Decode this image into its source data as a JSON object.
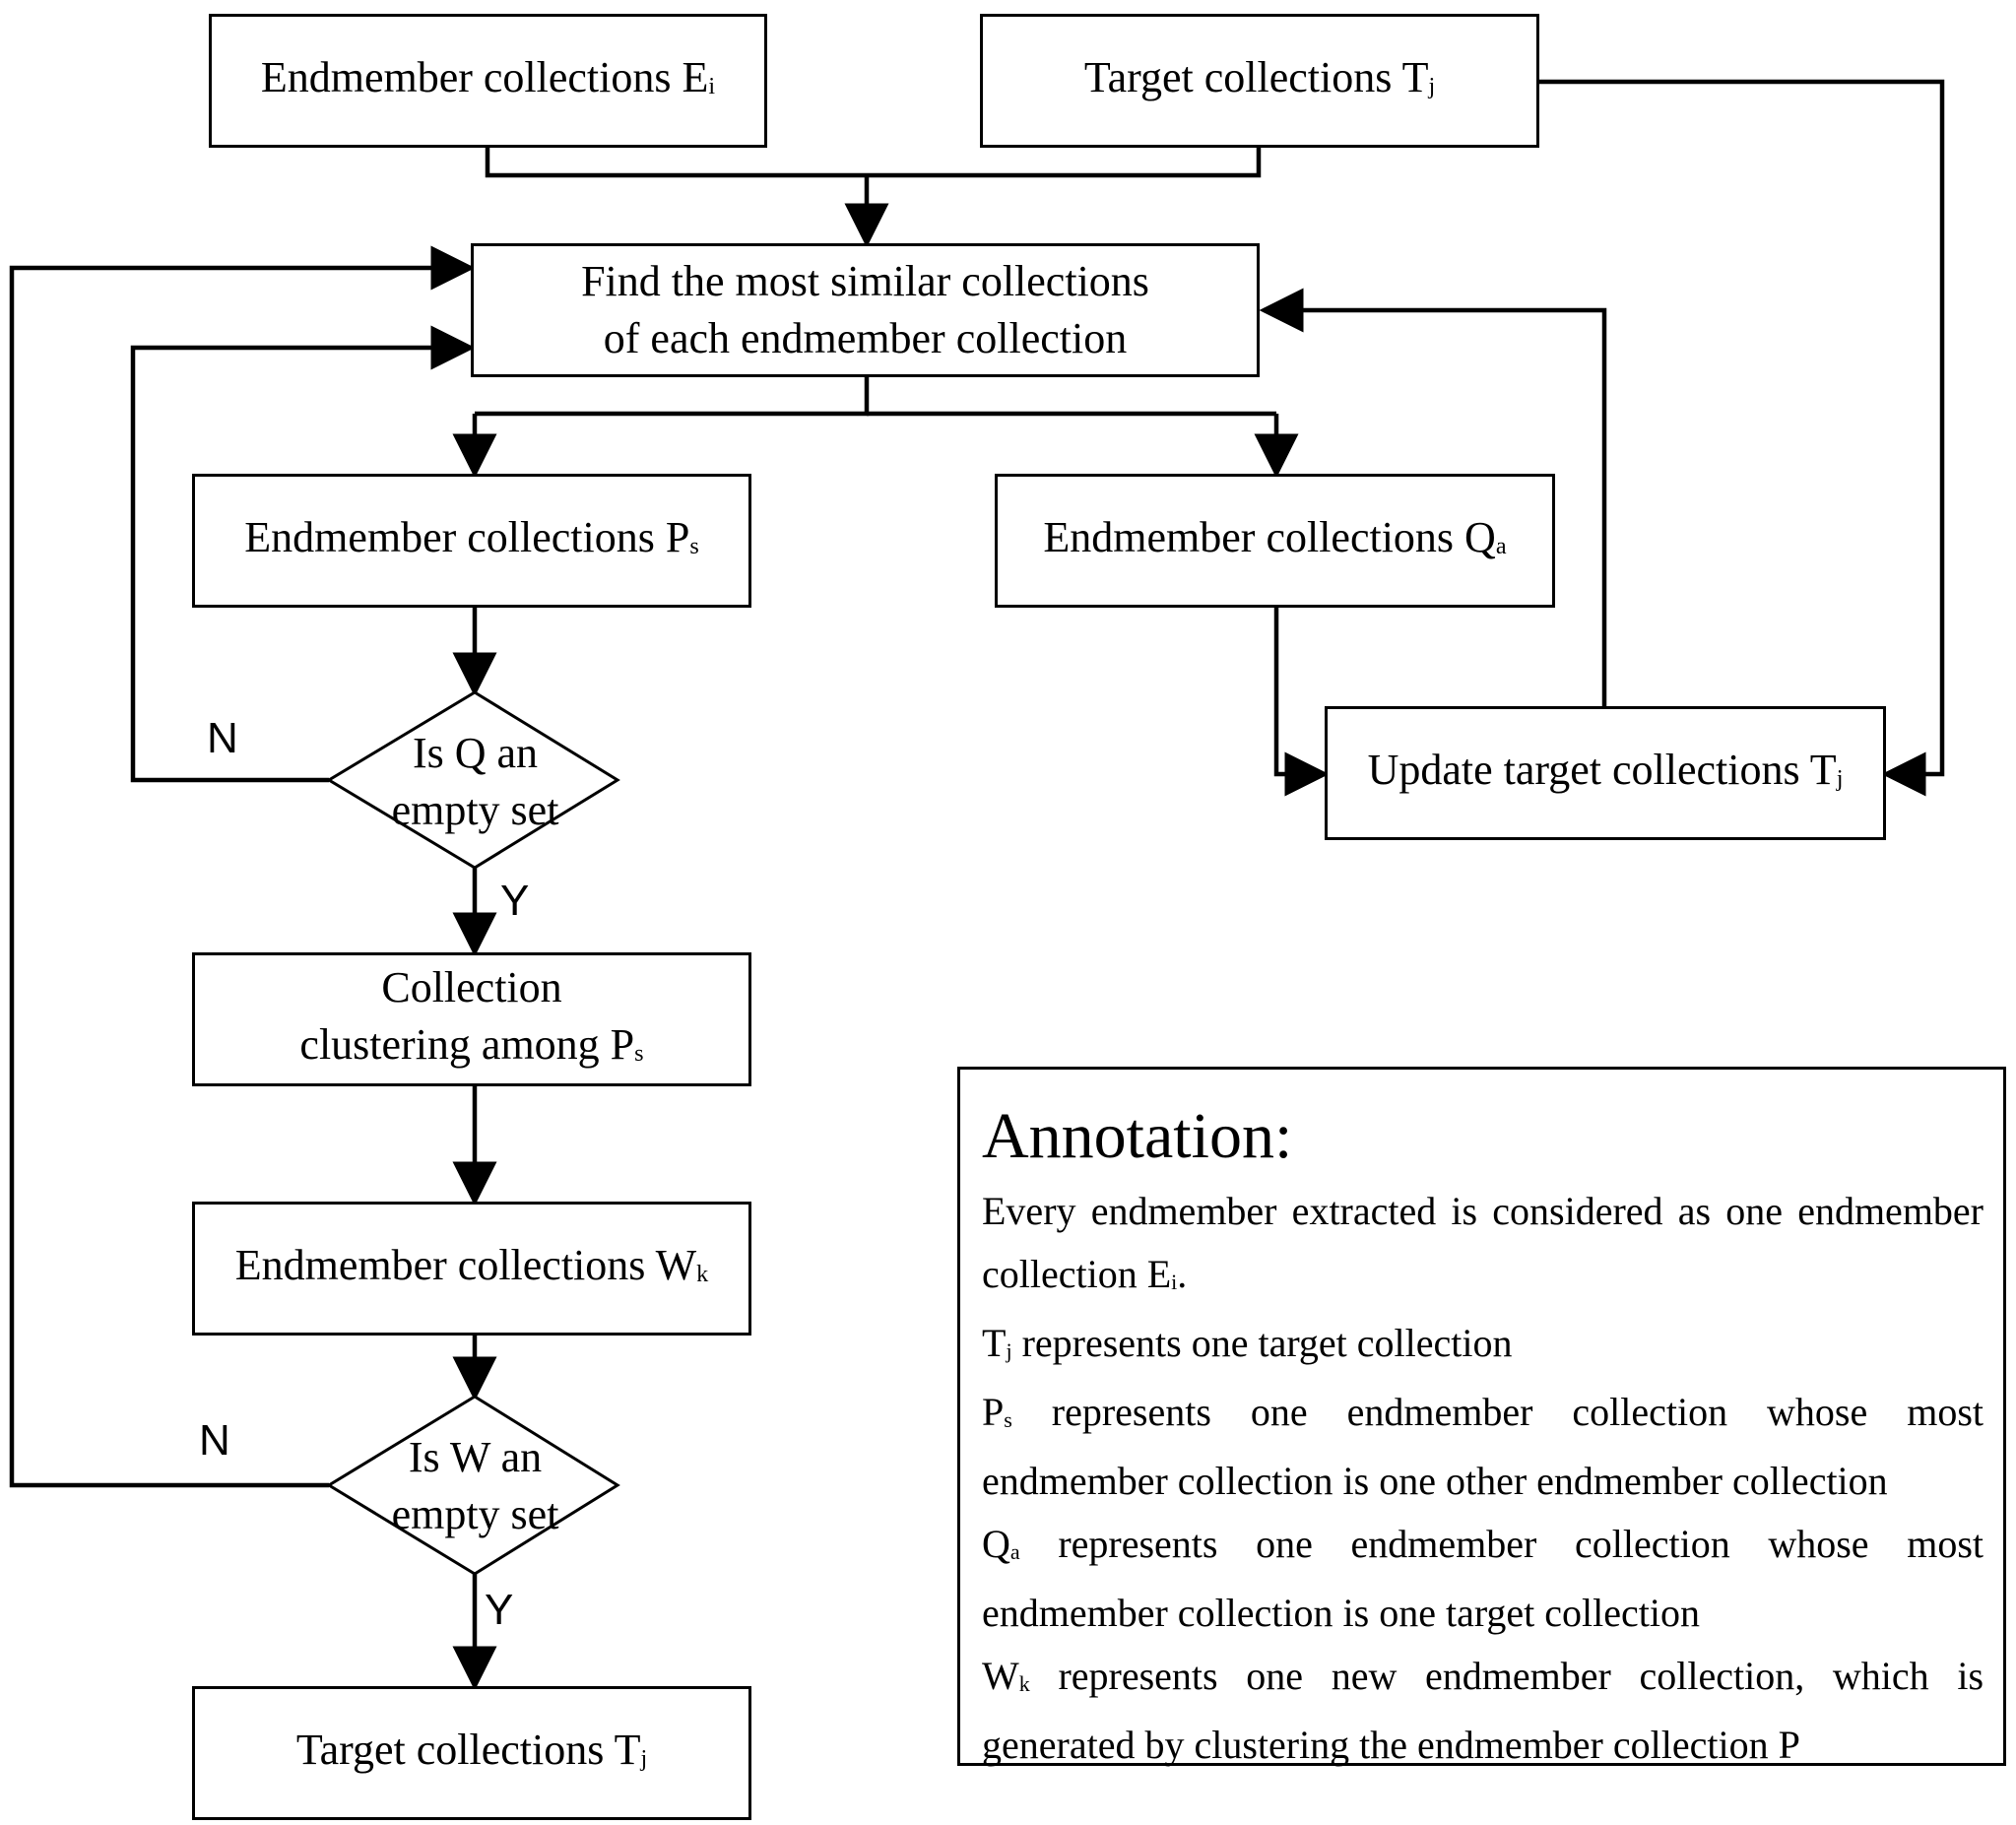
{
  "nodes": {
    "endmember_ei": {
      "text": "Endmember collections E",
      "sub": "i"
    },
    "target_tj_top": {
      "text": "Target collections T",
      "sub": "j"
    },
    "find_similar": {
      "text": "Find the most similar collections of each endmember collection"
    },
    "endmember_ps": {
      "text": "Endmember collections P",
      "sub": "s"
    },
    "endmember_qa": {
      "text": "Endmember collections Q",
      "sub": "a"
    },
    "update_tj": {
      "text": "Update target collections T",
      "sub": "j"
    },
    "decision_q": {
      "text": "Is Q an empty set"
    },
    "clustering": {
      "text": "Collection clustering among P",
      "sub": "s"
    },
    "endmember_wk": {
      "text": "Endmember collections W",
      "sub": "k"
    },
    "decision_w": {
      "text": "Is W an empty set"
    },
    "target_tj_bottom": {
      "text": "Target collections T",
      "sub": "j"
    }
  },
  "edge_labels": {
    "q_no": "N",
    "q_yes": "Y",
    "w_no": "N",
    "w_yes": "Y"
  },
  "annotation": {
    "title": "Annotation:",
    "lines": [
      {
        "sym": "",
        "sub": "",
        "text": "Every endmember extracted is considered as one endmember collection E",
        "tail_sub": "i",
        "tail": "."
      },
      {
        "sym": "T",
        "sub": "j",
        "text": "represents one target collection",
        "tail_sub": "",
        "tail": ""
      },
      {
        "sym": "P",
        "sub": "s",
        "text": "represents one endmember collection whose most endmember collection is one other endmember collection",
        "tail_sub": "",
        "tail": ""
      },
      {
        "sym": "Q",
        "sub": "a",
        "text": "represents one endmember collection whose most endmember collection is one target collection",
        "tail_sub": "",
        "tail": ""
      },
      {
        "sym": "W",
        "sub": "k",
        "text": "represents one new endmember collection, which is generated by clustering the endmember collection P",
        "tail_sub": "",
        "tail": ""
      }
    ]
  }
}
